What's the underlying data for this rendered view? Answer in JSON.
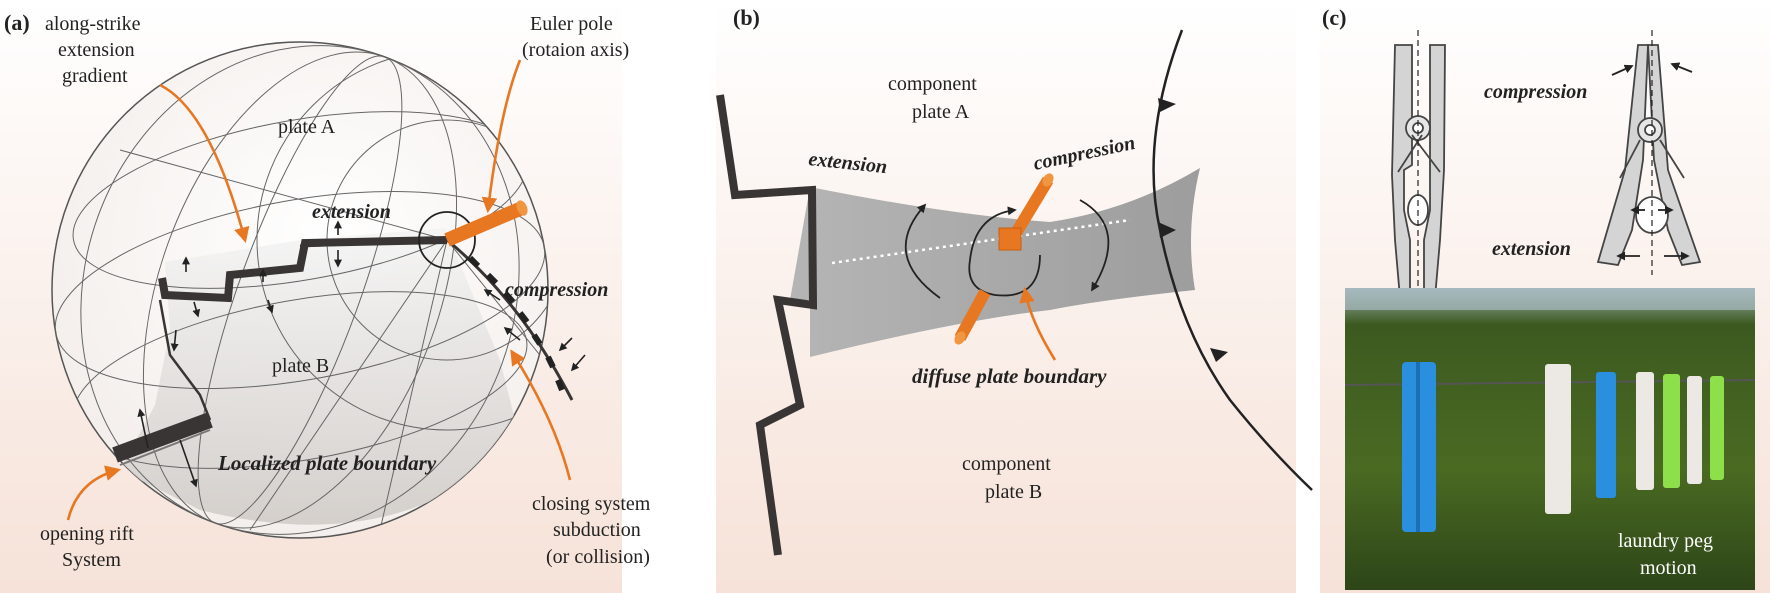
{
  "panel_a": {
    "label": "(a)",
    "along_strike_1": "along-strike",
    "along_strike_2": "extension",
    "along_strike_3": "gradient",
    "euler_1": "Euler pole",
    "euler_2": "(rotaion axis)",
    "plate_a": "plate A",
    "plate_b": "plate B",
    "extension": "extension",
    "compression": "compression",
    "localized": "Localized plate boundary",
    "opening_1": "opening rift",
    "opening_2": "System",
    "closing_1": "closing system",
    "closing_2": "subduction",
    "closing_3": "(or collision)"
  },
  "panel_b": {
    "label": "(b)",
    "comp_a_1": "component",
    "comp_a_2": "plate A",
    "extension": "extension",
    "compression": "compression",
    "diffuse": "diffuse plate boundary",
    "comp_b_1": "component",
    "comp_b_2": "plate B"
  },
  "panel_c": {
    "label": "(c)",
    "compression": "compression",
    "extension": "extension",
    "photo_1": "laundry peg",
    "photo_2": "motion"
  },
  "colors": {
    "orange": "#e87722",
    "dark": "#3a3535",
    "grey_band": "#a8a8a8",
    "peg_blue": "#2b8fe0",
    "peg_green": "#8ee04a",
    "hedge": "#3d5a1e"
  }
}
